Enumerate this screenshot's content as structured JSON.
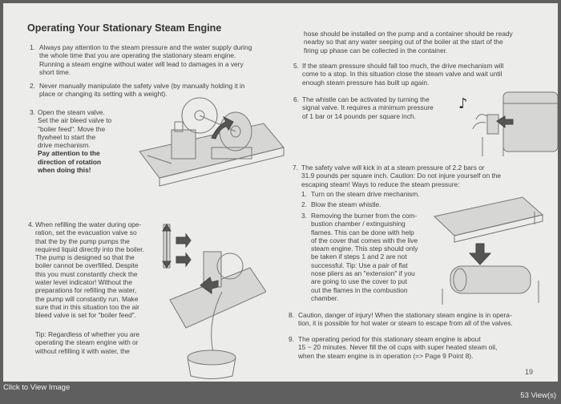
{
  "page": {
    "title": "Operating Your Stationary Steam Engine",
    "page_number": "19"
  },
  "left": {
    "item1": {
      "num": "1.",
      "lines": [
        "Always pay attention to the steam pressure and the water supply during",
        "the whole time that you are operating the stationary steam engine.",
        "Running a steam engine without water will lead to damages in a very",
        "short time."
      ]
    },
    "item2": {
      "num": "2.",
      "lines": [
        "Never manually manipulate the safety valve (by manually holding it in",
        "place or changing its setting with a weight)."
      ]
    },
    "item3": {
      "num": "3.",
      "lines": [
        "Open the steam valve.",
        "Set the air bleed valve to",
        "\"boiler feed\". Move the",
        "flywheel to start the",
        "drive mechanism."
      ],
      "bold_lines": [
        "Pay attention to the",
        "direction of rotation",
        "when doing this!"
      ]
    },
    "item4": {
      "num": "4.",
      "lines": [
        "When refilling the water during ope-",
        "ration, set the evacuation valve so",
        "that the by the pump pumps the",
        "required liquid directly into the boiler.",
        "The pump is designed so that the",
        "boiler cannot be overfilled. Despite",
        "this you must constantly check the",
        "water level indicator! Without the",
        "preparations for refilling the water,",
        "the pump will constantly run. Make",
        "sure that in this situation too the air",
        "bleed valve is set for \"boiler feed\"."
      ]
    },
    "tip": {
      "lines": [
        "Tip: Regardless of whether you are",
        "operating the steam engine with or",
        "without refilling it with water, the"
      ]
    }
  },
  "right": {
    "cont": {
      "lines": [
        "hose should be installed on the pump and a container should be ready",
        "nearby so that any water seeping out of the boiler at the start of the",
        "firing up phase can be collected in the container."
      ]
    },
    "item5": {
      "num": "5.",
      "lines": [
        "If the steam pressure should fall too much, the drive mechanism will",
        "come to a stop. In this situation close the steam valve and wait until",
        "enough steam pressure has built up again."
      ]
    },
    "item6": {
      "num": "6.",
      "lines": [
        "The whistle can be activated by turning the",
        "signal valve. It requires a minimum pressure",
        "of 1 bar or 14 pounds per square inch."
      ]
    },
    "item7": {
      "num": "7.",
      "lines": [
        "The safety valve will kick in at a steam pressure of 2.2 bars or",
        "31.9 pounds per square inch. Caution: Do not injure yourself on the",
        "escaping steam! Ways to reduce the steam pressure:"
      ]
    },
    "sub1": {
      "num": "1.",
      "lines": [
        "Turn on the steam drive mechanism."
      ]
    },
    "sub2": {
      "num": "2.",
      "lines": [
        "Blow the steam whistle."
      ]
    },
    "sub3": {
      "num": "3.",
      "lines": [
        "Removing the burner from the com-",
        "bustion chamber / extinguishing",
        "flames. This can be done with help",
        "of the cover that comes with the live",
        "steam engine. This step should only",
        "be taken if steps 1 and 2 are not",
        "successful. Tip: Use a pair of flat",
        "nose pliers as an \"extension\" if you",
        "are going to use the cover to put",
        "out the flames in the combustion",
        "chamber."
      ]
    },
    "item8": {
      "num": "8.",
      "lines": [
        "Caution, danger of injury! When the stationary steam engine is in opera-",
        "tion, it is possible for hot water or steam to escape from all of the valves."
      ]
    },
    "item9": {
      "num": "9.",
      "lines": [
        "The operating period for this stationary steam engine is about",
        "15 ~ 20 minutes. Never fill the oil cups with super heated steam oil,",
        "when the steam engine is in operation (=> Page 9 Point 8)."
      ]
    }
  },
  "footer": {
    "click_label": "Click to View Image",
    "views": "53 View(s)"
  }
}
